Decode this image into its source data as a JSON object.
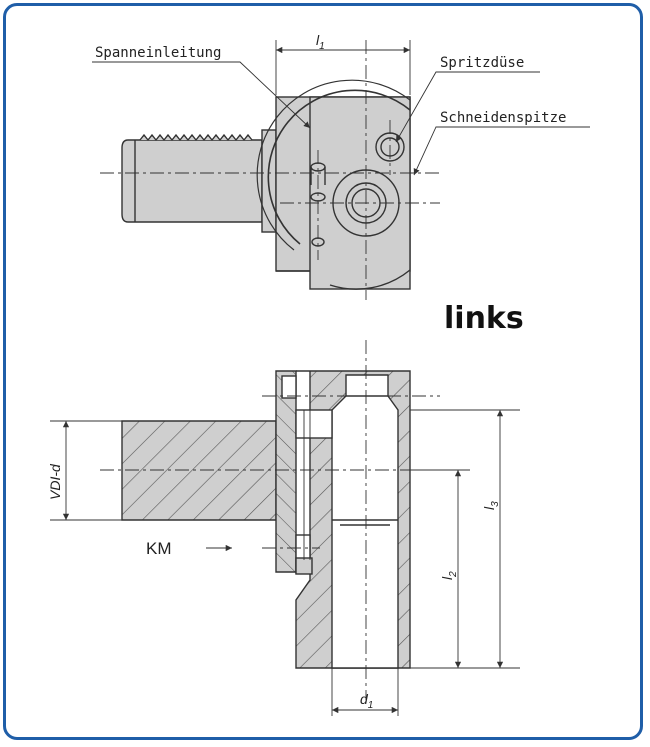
{
  "labels": {
    "clamping_introduction": "Spanneinleitung",
    "spray_nozzle": "Spritzdüse",
    "cutting_tip": "Schneidenspitze",
    "side": "links",
    "km": "KM",
    "vdi": "VDI-d",
    "l1": "l",
    "l1_sub": "1",
    "l2": "l",
    "l2_sub": "2",
    "l3": "l",
    "l3_sub": "3",
    "d1": "d",
    "d1_sub": "1"
  },
  "colors": {
    "frame": "#1f5ea8",
    "body_fill": "#cfcfcf",
    "line": "#333333"
  }
}
